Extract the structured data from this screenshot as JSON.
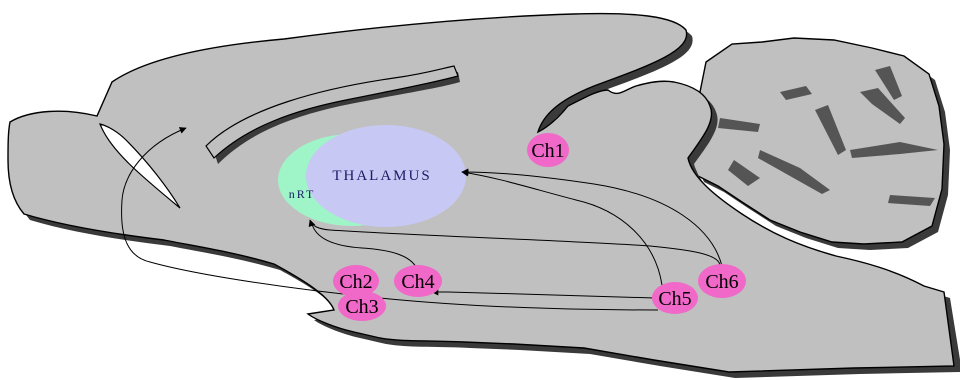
{
  "colors": {
    "brain_fill": "#c0c0c0",
    "outline": "#000000",
    "shadow": "#3a3a3a",
    "thalamus": "#c8c8f4",
    "nrt": "#9ff5c8",
    "nucleus": "#f068c8"
  },
  "labels": {
    "thalamus": "THALAMUS",
    "nrt": "nRT"
  },
  "nuclei": [
    {
      "label": "Ch1"
    },
    {
      "label": "Ch2"
    },
    {
      "label": "Ch3"
    },
    {
      "label": "Ch4"
    },
    {
      "label": "Ch5"
    },
    {
      "label": "Ch6"
    }
  ]
}
